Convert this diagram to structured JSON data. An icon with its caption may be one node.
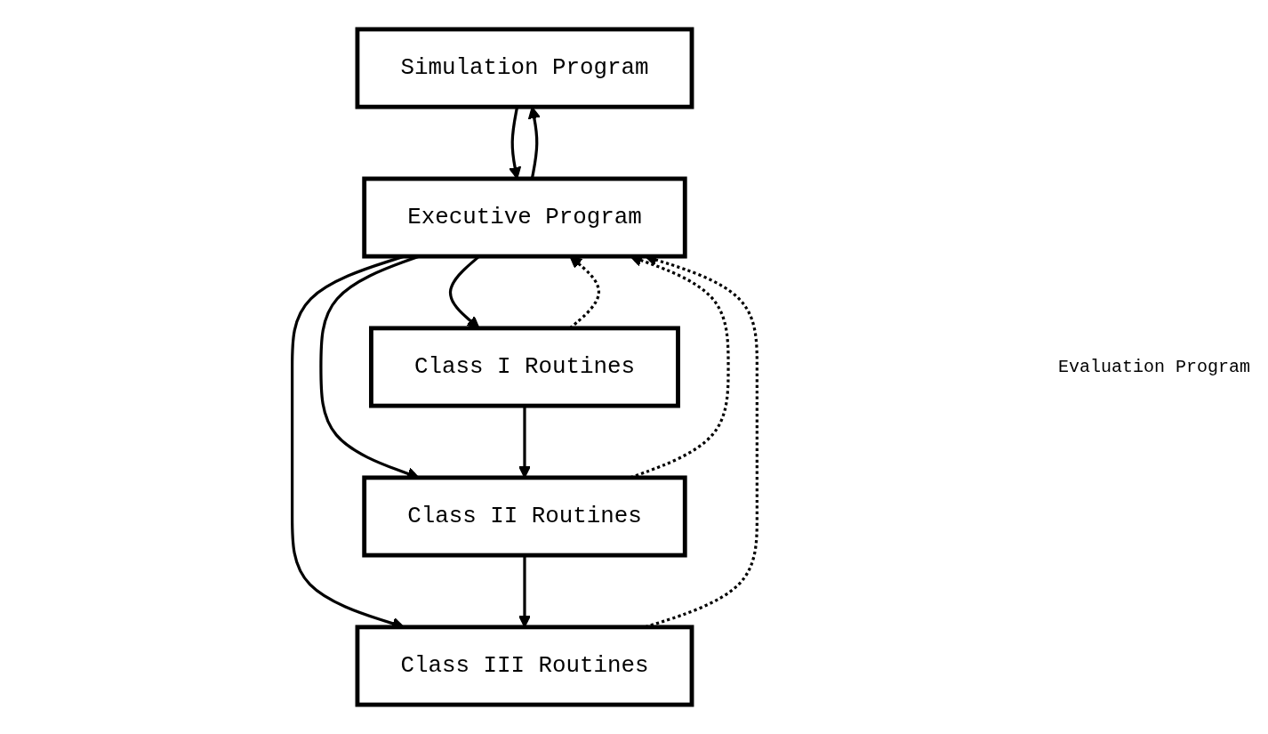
{
  "diagram": {
    "nodes": [
      {
        "text": [
          "Simulation Program"
        ]
      },
      {
        "text": [
          "Executive Program"
        ]
      },
      {
        "text": [
          "Class I Routines"
        ]
      },
      {
        "text": [
          "Class II Routines"
        ]
      },
      {
        "text": [
          "Class III Routines"
        ]
      }
    ],
    "edges": [
      {
        "from": 0,
        "to": 1,
        "arrow": "to"
      },
      {
        "from": 1,
        "to": 0,
        "arrow": "to"
      },
      {
        "from": 1,
        "to": 2,
        "arrow": "to"
      },
      {
        "from": 2,
        "to": 1,
        "arrow": "to",
        "style": "dashed"
      },
      {
        "from": 1,
        "to": 3,
        "arrow": "to"
      },
      {
        "from": 3,
        "to": 1,
        "arrow": "to",
        "style": "dashed"
      },
      {
        "from": 1,
        "to": 4,
        "arrow": "to"
      },
      {
        "from": 4,
        "to": 1,
        "arrow": "to",
        "style": "dashed"
      },
      {
        "from": 2,
        "to": 3,
        "arrow": "to"
      },
      {
        "from": 3,
        "to": 4,
        "arrow": "to"
      }
    ],
    "labels": [
      "Evaluation Program"
    ]
  }
}
